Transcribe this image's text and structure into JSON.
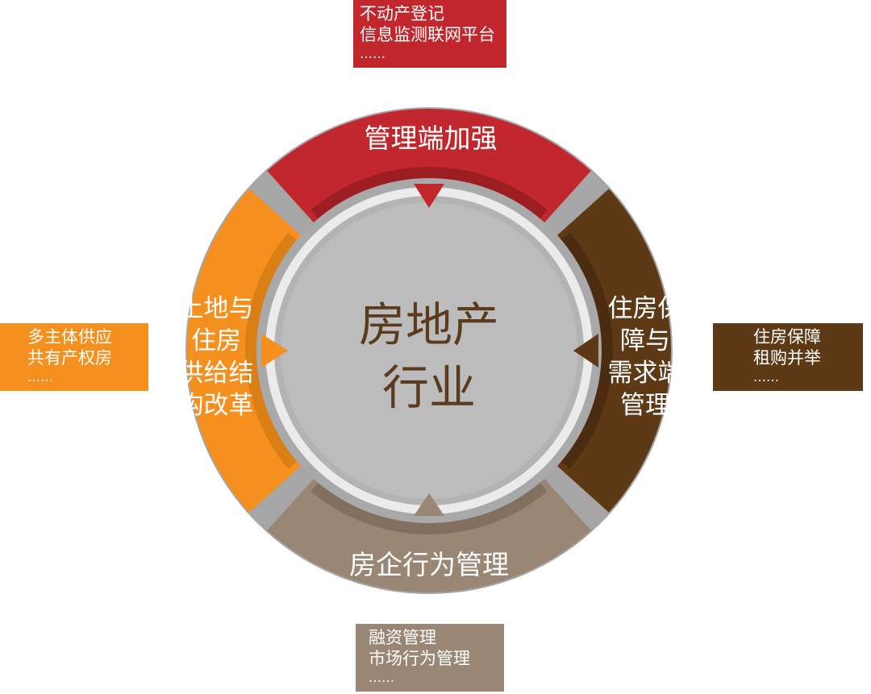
{
  "center": {
    "line1": "房地产",
    "line2": "行业"
  },
  "segments": {
    "top": {
      "label": "管理端加强",
      "color": "#c1272d"
    },
    "right": {
      "lines": [
        "住房保",
        "障与",
        "需求端",
        "管理"
      ],
      "color": "#5e3916"
    },
    "bottom": {
      "label": "房企行为管理",
      "color": "#9a8674"
    },
    "left": {
      "lines": [
        "土地与",
        "住房",
        "供给结",
        "构改革"
      ],
      "color": "#f5901e"
    }
  },
  "boxes": {
    "top": {
      "lines": [
        "不动产登记",
        "信息监测联网平台",
        "……"
      ],
      "color": "#c1272d"
    },
    "right": {
      "lines": [
        "住房保障",
        "租购并举",
        "……"
      ],
      "color": "#5e3916"
    },
    "bottom": {
      "lines": [
        "融资管理",
        "市场行为管理",
        "……"
      ],
      "color": "#9a8674"
    },
    "left": {
      "lines": [
        "多主体供应",
        "共有产权房",
        "……"
      ],
      "color": "#f5901e"
    }
  }
}
